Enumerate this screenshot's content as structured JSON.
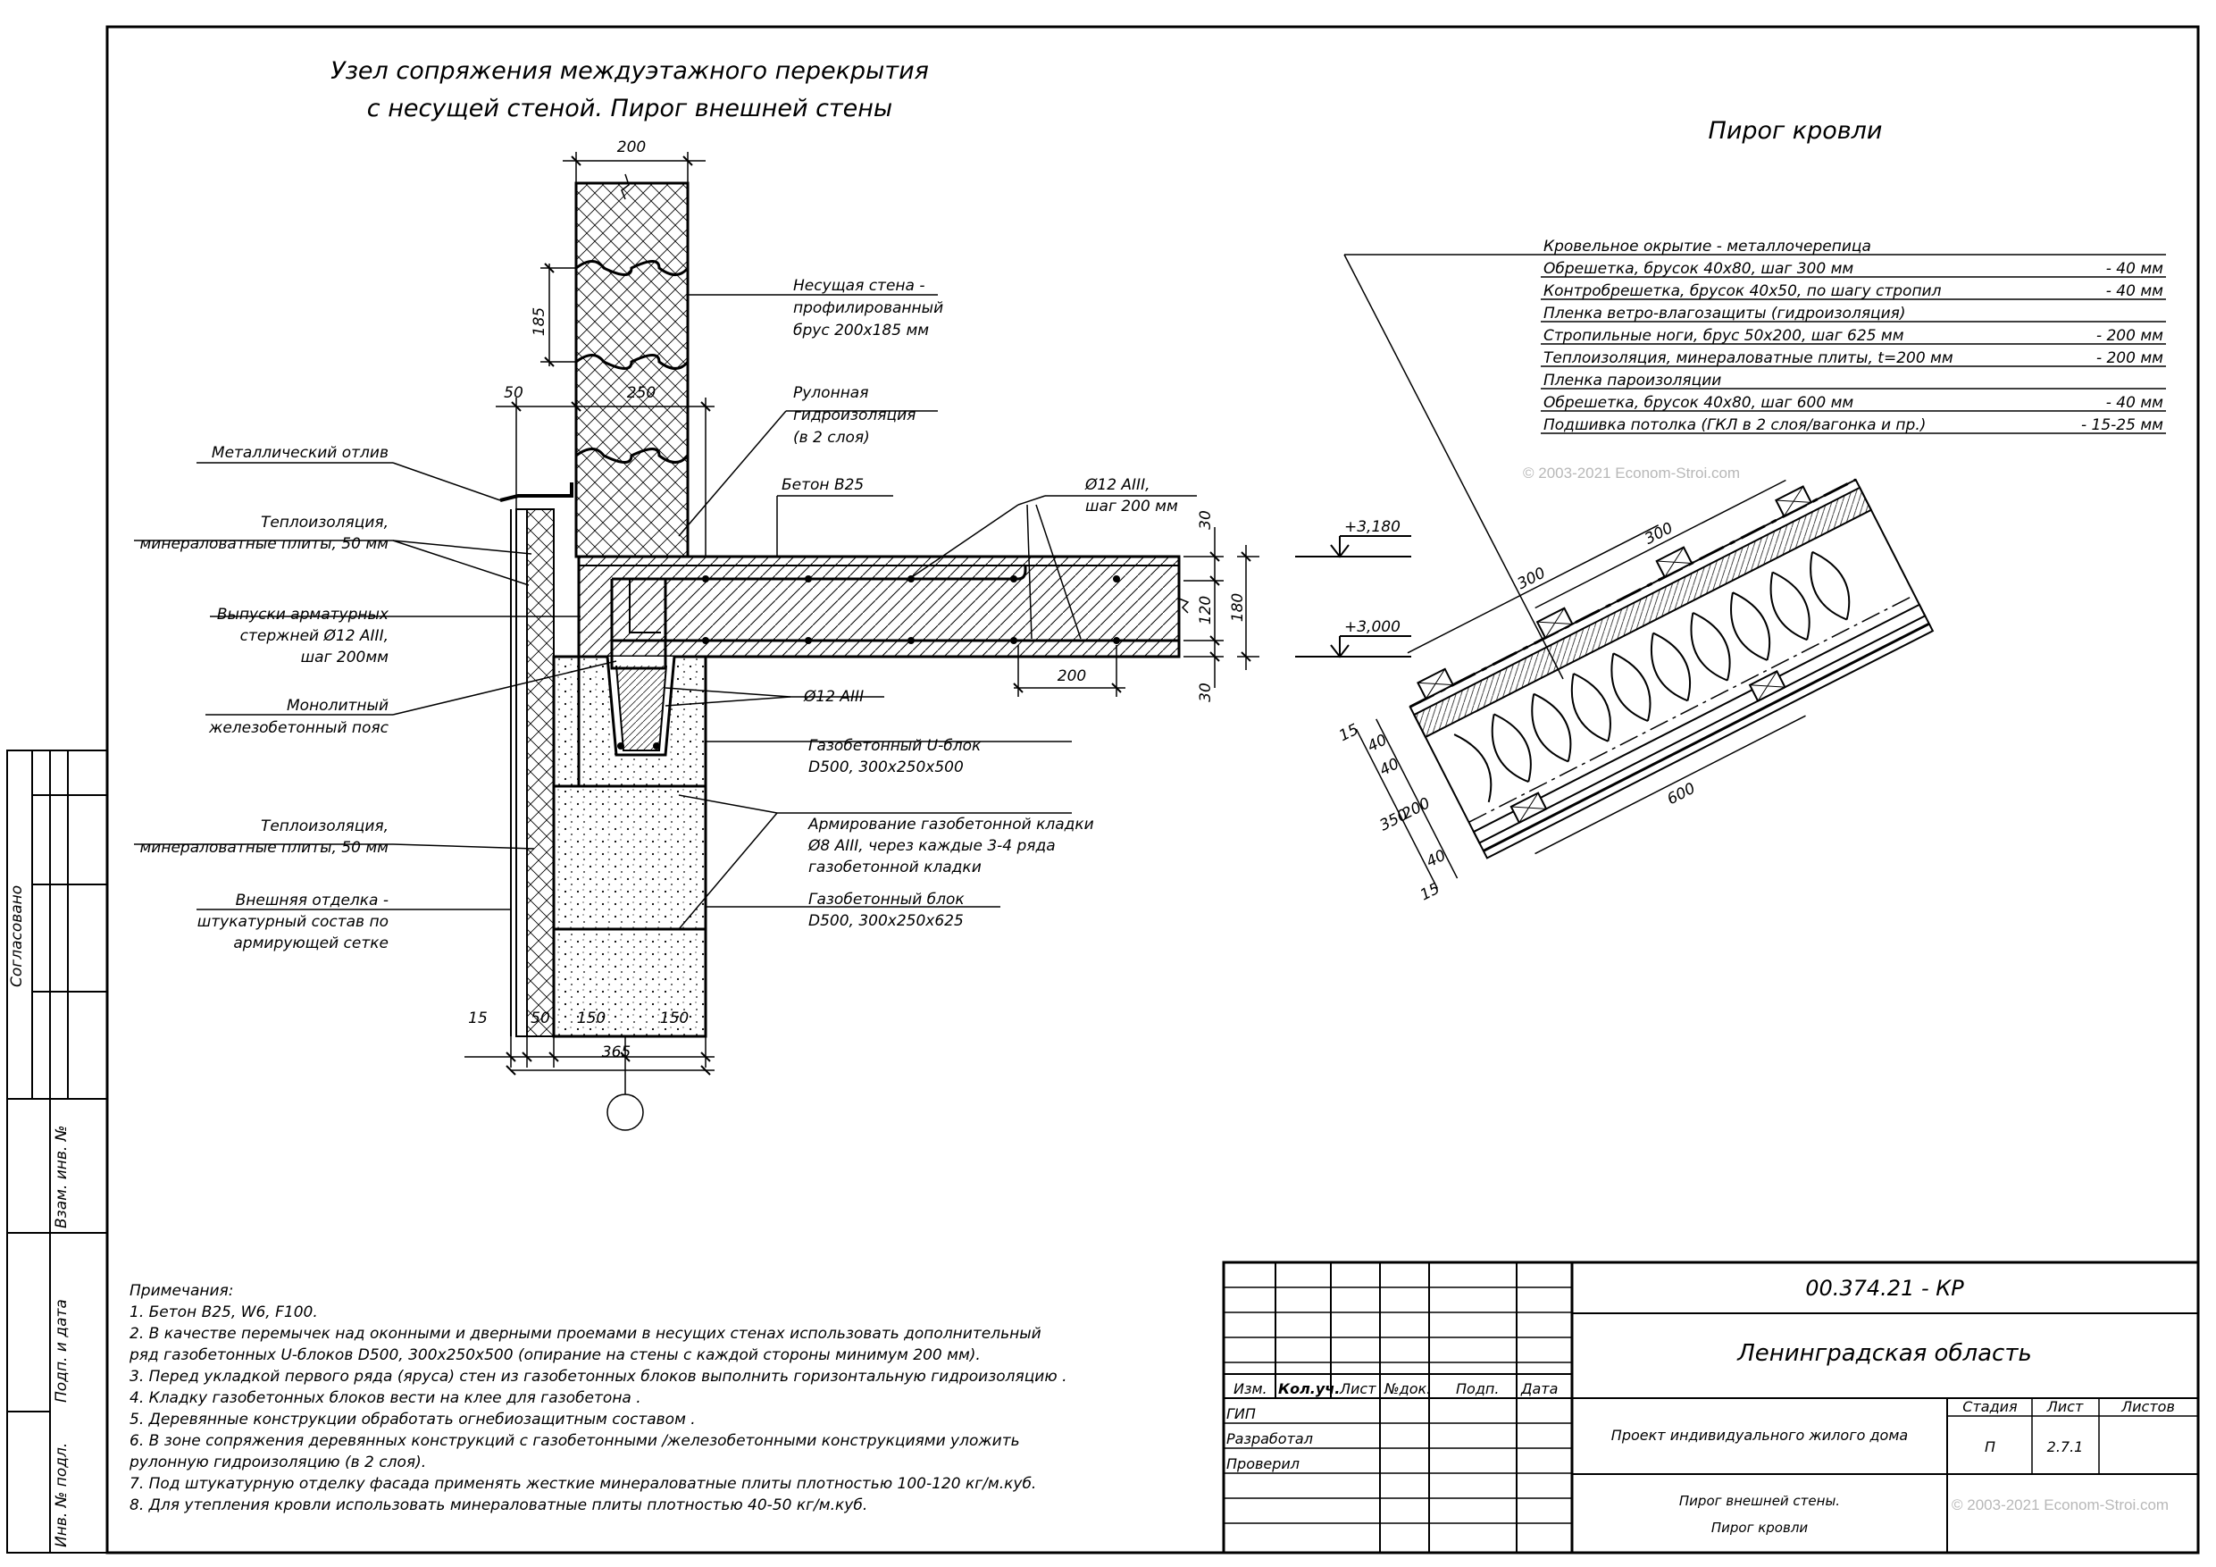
{
  "wall_node": {
    "title_line1": "Узел сопряжения междуэтажного перекрытия",
    "title_line2": "с несущей стеной. Пирог внешней стены",
    "dims": {
      "d200_top": "200",
      "d185": "185",
      "d50_left": "50",
      "d250": "250",
      "d30_a": "30",
      "d120": "120",
      "d180": "180",
      "d30_b": "30",
      "d200_bottom": "200",
      "b15": "15",
      "b50": "50",
      "b150_a": "150",
      "b150_b": "150",
      "b365": "365"
    },
    "levels": {
      "top": "+3,180",
      "bottom": "+3,000"
    },
    "labels": {
      "wall_l1": "Несущая стена -",
      "wall_l2": "профилированный",
      "wall_l3": "брус 200х185 мм",
      "roll_l1": "Рулонная",
      "roll_l2": "гидроизоляция",
      "roll_l3": "(в 2 слоя)",
      "concrete": "Бетон В25",
      "rebar_top_l1": "Ø12 АIII,",
      "rebar_top_l2": "шаг 200 мм",
      "rebar_mid": "Ø12 АIII",
      "ublock_l1": "Газобетонный U-блок",
      "ublock_l2": "D500, 300х250х500",
      "arm_l1": "Армирование газобетонной кладки",
      "arm_l2": "Ø8 АIII, через каждые 3-4 ряда",
      "arm_l3": "газобетонной кладки",
      "block_l1": "Газобетонный блок",
      "block_l2": "D500, 300х250х625",
      "flashing": "Металлический отлив",
      "ins1_l1": "Теплоизоляция,",
      "ins1_l2": "минераловатные плиты, 50 мм",
      "outlet_l1": "Выпуски арматурных",
      "outlet_l2": "стержней Ø12 АIII,",
      "outlet_l3": "шаг 200мм",
      "belt_l1": "Монолитный",
      "belt_l2": "железобетонный пояс",
      "ins2_l1": "Теплоизоляция,",
      "ins2_l2": "минераловатные плиты, 50 мм",
      "finish_l1": "Внешняя отделка -",
      "finish_l2": "штукатурный состав по",
      "finish_l3": "армирующей сетке"
    }
  },
  "roof": {
    "title": "Пирог кровли",
    "layers": [
      {
        "text": "Кровельное окрытие - металлочерепица",
        "value": ""
      },
      {
        "text": "Обрешетка, брусок 40х80, шаг 300 мм",
        "value": "- 40 мм"
      },
      {
        "text": "Контробрешетка, брусок 40х50, по шагу стропил",
        "value": "- 40 мм"
      },
      {
        "text": "Пленка ветро-влагозащиты (гидроизоляция)",
        "value": ""
      },
      {
        "text": "Стропильные ноги, брус 50х200, шаг 625 мм",
        "value": "- 200 мм"
      },
      {
        "text": "Теплоизоляция, минераловатные плиты, t=200 мм",
        "value": "- 200 мм"
      },
      {
        "text": "Пленка пароизоляции",
        "value": ""
      },
      {
        "text": "Обрешетка, брусок 40х80, шаг 600 мм",
        "value": "- 40 мм"
      },
      {
        "text": "Подшивка потолка (ГКЛ в 2 слоя/вагонка и пр.)",
        "value": "- 15-25 мм"
      }
    ],
    "dims": {
      "d300_a": "300",
      "d300_b": "300",
      "d600": "600",
      "d15_top": "15",
      "d40_a": "40",
      "d40_b": "40",
      "d200": "200",
      "d350": "350",
      "d40_c": "40",
      "d15_bot": "15"
    }
  },
  "watermark": "© 2003-2021 Econom-Stroi.com",
  "notes": {
    "heading": "Примечания:",
    "items": [
      "1. Бетон В25, W6, F100.",
      "2. В качестве перемычек над оконными и дверными проемами в несущих стенах использовать дополнительный",
      "ряд газобетонных U-блоков  D500, 300х250х500 (опирание на стены с каждой стороны минимум 200 мм).",
      "3. Перед укладкой первого ряда (яруса) стен из газобетонных блоков выполнить горизонтальную гидроизоляцию .",
      "4. Кладку газобетонных блоков вести на клее для газобетона .",
      "5. Деревянные конструкции обработать огнебиозащитным составом .",
      "6. В зоне сопряжения деревянных конструкций с газобетонными /железобетонными конструкциями уложить",
      "рулонную гидроизоляцию (в 2 слоя).",
      "7. Под штукатурную отделку фасада применять жесткие минераловатные плиты плотностью  100-120 кг/м.куб.",
      "8. Для утепления кровли использовать минераловатные плиты плотностью  40-50 кг/м.куб."
    ]
  },
  "left_strip": {
    "agreed": "Согласовано",
    "inv_vzam": "Взам. инв. №",
    "sign_date": "Подп. и дата",
    "inv_podl": "Инв. № подл."
  },
  "title_block": {
    "code": "00.374.21 - КР",
    "region": "Ленинградская область",
    "project": "Проект индивидуального жилого дома",
    "sheet_title_1": "Пирог внешней стены.",
    "sheet_title_2": "Пирог кровли",
    "cols": {
      "izm": "Изм.",
      "kol": "Кол.уч.",
      "list": "Лист",
      "ndok": "№док.",
      "podp": "Подп.",
      "data": "Дата"
    },
    "roles": {
      "gip": "ГИП",
      "razrab": "Разработал",
      "prov": "Проверил"
    },
    "stage_h": "Стадия",
    "sheet_h": "Лист",
    "sheets_h": "Листов",
    "stage": "П",
    "sheet": "2.7.1",
    "sheets": ""
  }
}
